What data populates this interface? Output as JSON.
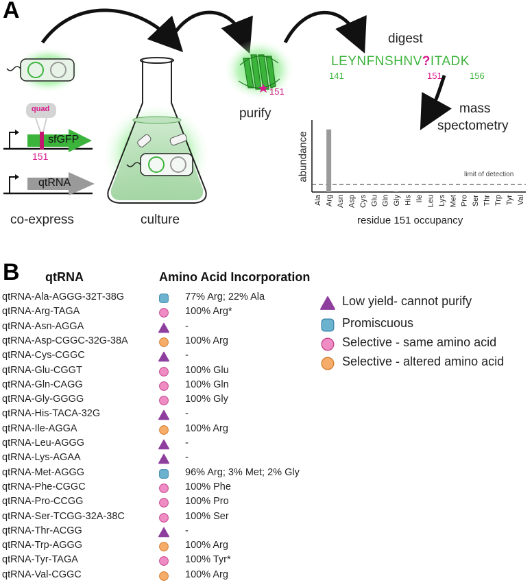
{
  "panel_a": {
    "letter": "A",
    "steps": {
      "coexpress": "co-express",
      "culture": "culture",
      "purify": "purify",
      "digest": "digest",
      "mass_spec_line1": "mass",
      "mass_spec_line2": "spectometry"
    },
    "constructs": {
      "quad_label": "quad",
      "sfgfp_label": "sfGFP",
      "position_label": "151",
      "qtrna_label": "qtRNA"
    },
    "protein_site_label": "151",
    "peptide": {
      "before": "LEYNFNSHNV",
      "site": "?",
      "after": "ITADK",
      "start_num": "141",
      "site_num": "151",
      "end_num": "156"
    },
    "colors": {
      "green": "#3cb43c",
      "magenta": "#d81b8c",
      "gray": "#9a9a9a"
    }
  },
  "chart_data": {
    "type": "bar",
    "title": "",
    "xlabel": "residue 151 occupancy",
    "ylabel": "abundance",
    "categories": [
      "Ala",
      "Arg",
      "Asn",
      "Asp",
      "Cys",
      "Glu",
      "Gln",
      "Gly",
      "His",
      "Ile",
      "Leu",
      "Lys",
      "Met",
      "Pro",
      "Ser",
      "Thr",
      "Trp",
      "Tyr",
      "Val"
    ],
    "values": [
      0,
      100,
      0,
      0,
      0,
      0,
      0,
      0.38,
      0,
      0,
      0,
      0,
      0,
      0,
      0,
      0,
      0,
      0,
      0
    ],
    "ylim": [
      0,
      115
    ],
    "threshold": 0.12,
    "threshold_label": "limit of detection",
    "grid": false
  },
  "panel_b": {
    "letter": "B",
    "header_qtrna": "qtRNA",
    "header_incorp": "Amino Acid Incorporation",
    "rows": [
      {
        "name": "qtRNA-Ala-AGGG-32T-38G",
        "type": "promiscuous",
        "result": "77% Arg; 22% Ala"
      },
      {
        "name": "qtRNA-Arg-TAGA",
        "type": "selective-same",
        "result": "100% Arg*"
      },
      {
        "name": "qtRNA-Asn-AGGA",
        "type": "low-yield",
        "result": "-"
      },
      {
        "name": "qtRNA-Asp-CGGC-32G-38A",
        "type": "selective-altered",
        "result": "100% Arg"
      },
      {
        "name": "qtRNA-Cys-CGGC",
        "type": "low-yield",
        "result": "-"
      },
      {
        "name": "qtRNA-Glu-CGGT",
        "type": "selective-same",
        "result": "100% Glu"
      },
      {
        "name": "qtRNA-Gln-CAGG",
        "type": "selective-same",
        "result": "100% Gln"
      },
      {
        "name": "qtRNA-Gly-GGGG",
        "type": "selective-same",
        "result": "100% Gly"
      },
      {
        "name": "qtRNA-His-TACA-32G",
        "type": "low-yield",
        "result": "-"
      },
      {
        "name": "qtRNA-Ile-AGGA",
        "type": "selective-altered",
        "result": "100% Arg"
      },
      {
        "name": "qtRNA-Leu-AGGG",
        "type": "low-yield",
        "result": "-"
      },
      {
        "name": "qtRNA-Lys-AGAA",
        "type": "low-yield",
        "result": "-"
      },
      {
        "name": "qtRNA-Met-AGGG",
        "type": "promiscuous",
        "result": "96% Arg; 3% Met; 2% Gly"
      },
      {
        "name": "qtRNA-Phe-CGGC",
        "type": "selective-same",
        "result": "100% Phe"
      },
      {
        "name": "qtRNA-Pro-CCGG",
        "type": "selective-same",
        "result": "100% Pro"
      },
      {
        "name": "qtRNA-Ser-TCGG-32A-38C",
        "type": "selective-same",
        "result": "100% Ser"
      },
      {
        "name": "qtRNA-Thr-ACGG",
        "type": "low-yield",
        "result": "-"
      },
      {
        "name": "qtRNA-Trp-AGGG",
        "type": "selective-altered",
        "result": "100% Arg"
      },
      {
        "name": "qtRNA-Tyr-TAGA",
        "type": "selective-same",
        "result": "100% Tyr*"
      },
      {
        "name": "qtRNA-Val-CGGC",
        "type": "selective-altered",
        "result": "100% Arg"
      }
    ],
    "legend": [
      {
        "type": "low-yield",
        "label": "Low yield- cannot purify"
      },
      {
        "type": "promiscuous",
        "label": "Promiscuous"
      },
      {
        "type": "selective-same",
        "label": "Selective - same amino acid"
      },
      {
        "type": "selective-altered",
        "label": "Selective - altered amino acid"
      }
    ],
    "marker_colors": {
      "low-yield": "#8e3f9e",
      "promiscuous": "#6bb2cf",
      "selective-same": "#f08cc4",
      "selective-altered": "#f7ad6a"
    }
  }
}
